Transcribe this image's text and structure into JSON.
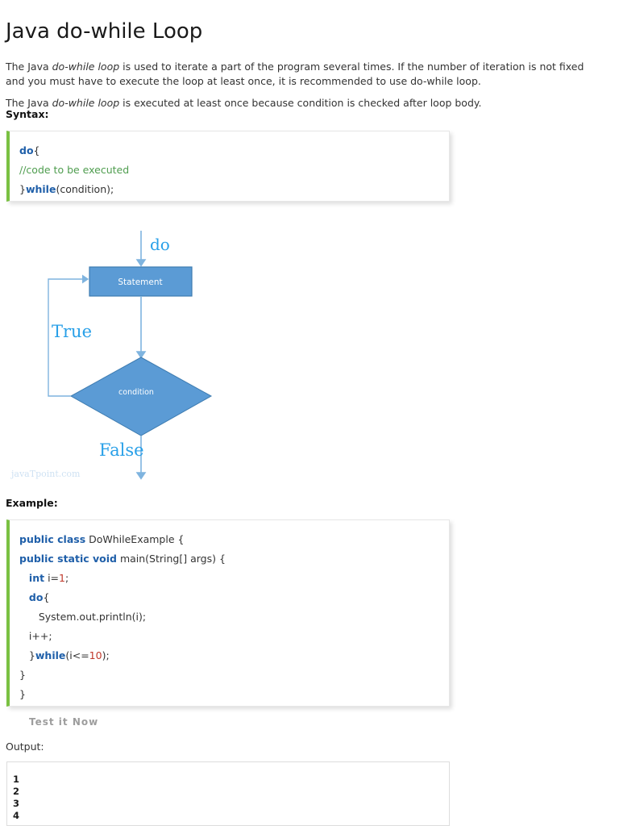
{
  "page_title": "Java do-while Loop",
  "paragraphs": [
    {
      "prefix": "The Java ",
      "emphasis": "do-while loop",
      "suffix": " is used to iterate a part of the program several times. If the number of iteration is not fixed and you must have to execute the loop at least once, it is recommended to use do-while loop."
    },
    {
      "prefix": "The Java ",
      "emphasis": "do-while loop",
      "suffix": " is executed at least once because condition is checked after loop body."
    }
  ],
  "sections": {
    "syntax_label": "Syntax:",
    "example_label": "Example:",
    "output_label": "Output:"
  },
  "syntax_code": {
    "line1_kw": "do",
    "line1_rest": "{",
    "line2_comment": "//code to be executed",
    "line3_pre": "}",
    "line3_kw": "while",
    "line3_rest": "(condition);"
  },
  "example_code": {
    "l1_kw": "public class",
    "l1_rest": " DoWhileExample {",
    "l2_kw": "public static void",
    "l2_rest": " main(String[] args) {",
    "l3_indent": "   ",
    "l3_kw": "int",
    "l3_mid": " i=",
    "l3_num": "1",
    "l3_end": ";",
    "l4_indent": "   ",
    "l4_kw": "do",
    "l4_rest": "{",
    "l5": "      System.out.println(i);",
    "l6": "   i++;",
    "l7_indent": "   ",
    "l7_pre": "}",
    "l7_kw": "while",
    "l7_mid": "(i<=",
    "l7_num": "10",
    "l7_end": ");",
    "l8": "}",
    "l9": "}"
  },
  "test_it_now": "Test it Now",
  "output_lines": [
    "1",
    "2",
    "3",
    "4"
  ],
  "flowchart": {
    "label_do": "do",
    "label_statement": "Statement",
    "label_true": "True",
    "label_condition": "condition",
    "label_false": "False",
    "watermark": "javaTpoint.com",
    "colors": {
      "shape_fill": "#5B9BD5",
      "shape_stroke": "#3E7CB1",
      "arrow": "#7FB4DF",
      "text_blue": "#29A0E8",
      "watermark": "#cfe2f3"
    }
  },
  "colors": {
    "accent_green": "#7ac142",
    "keyword_blue": "#1f5fa9",
    "comment_green": "#4f9d4f",
    "number_red": "#c0392b",
    "link_grey": "#9d9d9d"
  }
}
